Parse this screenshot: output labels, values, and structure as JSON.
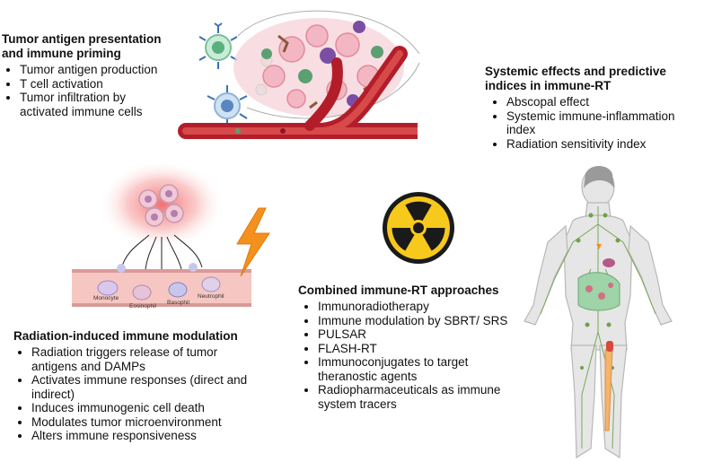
{
  "sections": {
    "antigen": {
      "title": "Tumor antigen presentation and immune priming",
      "title_lines": [
        "Tumor antigen presentation",
        "and immune priming"
      ],
      "items": [
        "Tumor antigen production",
        "T cell activation",
        "Tumor infiltration by activated immune cells"
      ]
    },
    "systemic": {
      "title": "Systemic effects and predictive indices in immune-RT",
      "title_lines": [
        "Systemic effects and predictive",
        "indices in immune-RT"
      ],
      "items": [
        "Abscopal effect",
        "Systemic immune-inflammation index",
        "Radiation sensitivity index"
      ]
    },
    "modulation": {
      "title": "Radiation-induced immune modulation",
      "items": [
        "Radiation triggers release of tumor antigens and DAMPs",
        "Activates immune responses (direct and indirect)",
        "Induces immunogenic cell death",
        "Modulates tumor microenvironment",
        "Alters immune responsiveness"
      ]
    },
    "combined": {
      "title": "Combined immune-RT approaches",
      "items": [
        "Immunoradiotherapy",
        "Immune modulation by SBRT/ SRS",
        "PULSAR",
        "FLASH-RT",
        "Immunoconjugates to target theranostic agents",
        "Radiopharmaceuticals as immune system tracers"
      ]
    }
  },
  "cell_labels": {
    "monocyte": "Monocyte",
    "eosinophil": "Eosinophil",
    "basophil": "Basophil",
    "neutrophil": "Neutrophil"
  },
  "icons": [
    "tumor-vasculature-illustration",
    "immune-cell-icon",
    "radiation-trefoil-icon",
    "lightning-bolt-icon",
    "blood-vessel-illustration",
    "human-body-lymphatic-illustration"
  ],
  "colors": {
    "vessel_red": "#b31d2a",
    "trefoil_yellow": "#f7c91c",
    "bolt_orange": "#f4901e",
    "glow_red": "#f04a4a",
    "lymph_green": "#7aa85a"
  }
}
